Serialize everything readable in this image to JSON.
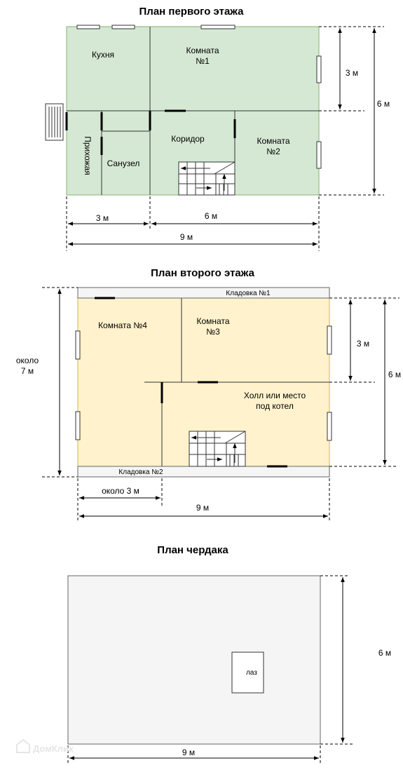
{
  "floor1": {
    "title": "План первого этажа",
    "fill": "#d5e8d4",
    "rooms": {
      "kitchen": "Кухня",
      "room1_line1": "Комната",
      "room1_line2": "№1",
      "hall": "Прихожая",
      "bathroom": "Санузел",
      "corridor": "Коридор",
      "room2_line1": "Комната",
      "room2_line2": "№2"
    },
    "dims": {
      "depth_part": "3 м",
      "depth_total": "6 м",
      "width_left": "3 м",
      "width_right": "6 м",
      "width_total": "9 м"
    }
  },
  "floor2": {
    "title": "План второго этажа",
    "fill": "#fff2cc",
    "rooms": {
      "storage1": "Кладовка №1",
      "storage2": "Кладовка №2",
      "room4": "Комната №4",
      "room3_line1": "Комната",
      "room3_line2": "№3",
      "hall_line1": "Холл или место",
      "hall_line2": "под котел"
    },
    "dims": {
      "depth_part": "3 м",
      "depth_total": "6 м",
      "height_line1": "около",
      "height_line2": "7 м",
      "width_left": "около 3 м",
      "width_total": "9 м"
    }
  },
  "attic": {
    "title": "План чердака",
    "fill": "#f5f5f5",
    "hatch": "лаз",
    "dims": {
      "depth_total": "6 м",
      "width_total": "9 м"
    }
  },
  "watermark": "ДомКлик"
}
